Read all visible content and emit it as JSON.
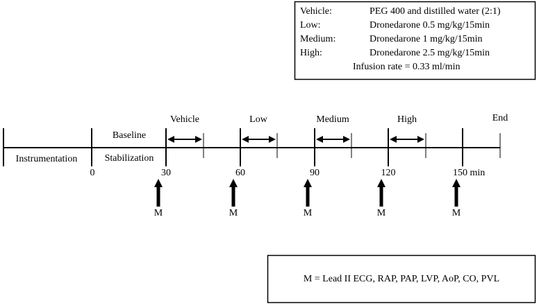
{
  "legend": {
    "rows": [
      {
        "label": "Vehicle:",
        "value": "PEG 400 and distilled water (2:1)"
      },
      {
        "label": "Low:",
        "value": "Dronedarone 0.5 mg/kg/15min"
      },
      {
        "label": "Medium:",
        "value": "Dronedarone 1 mg/kg/15min"
      },
      {
        "label": "High:",
        "value": "Dronedarone 2.5 mg/kg/15min"
      }
    ],
    "infusion_rate": "Infusion rate = 0.33 ml/min"
  },
  "timeline": {
    "phases": {
      "baseline": "Baseline",
      "vehicle": "Vehicle",
      "low": "Low",
      "medium": "Medium",
      "high": "High",
      "end": "End"
    },
    "below_labels": {
      "instrumentation": "Instrumentation",
      "stabilization": "Stabilization"
    },
    "ticks": [
      "0",
      "30",
      "60",
      "90",
      "120",
      "150 min"
    ],
    "measure_marker": "M"
  },
  "measurement_key": {
    "text": "M = Lead II ECG, RAP, PAP, LVP, AoP, CO, PVL"
  }
}
